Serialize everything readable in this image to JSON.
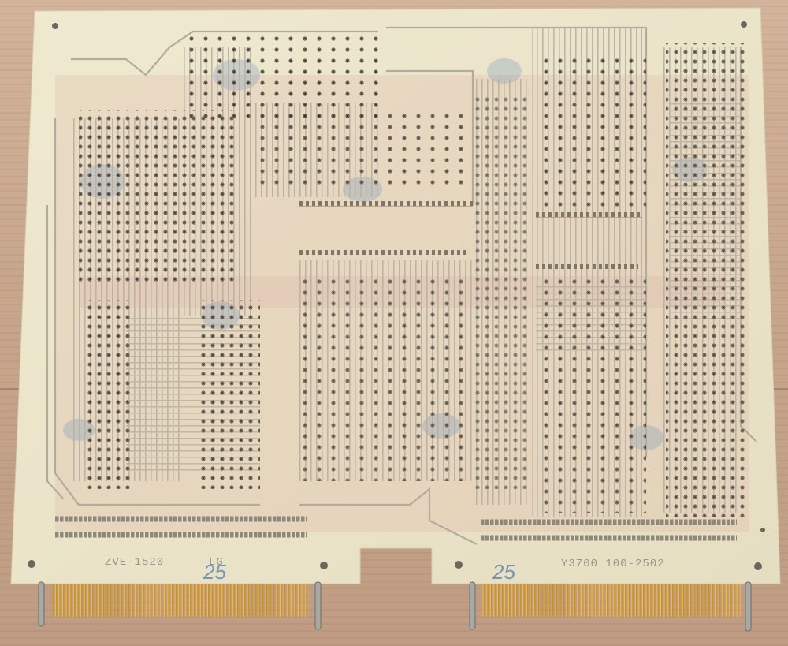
{
  "board": {
    "part_number_left": "ZVE-1520",
    "revision": "LG",
    "part_number_right": "Y3700 100-2502",
    "stamp_left": "25",
    "stamp_right": "25"
  },
  "colors": {
    "substrate": "#ede6cc",
    "trace": "#b9b4a6",
    "inner_layer": "#d9a79a",
    "gold_pin": "#c9962e",
    "solder_blob": "#8f8a7a"
  }
}
